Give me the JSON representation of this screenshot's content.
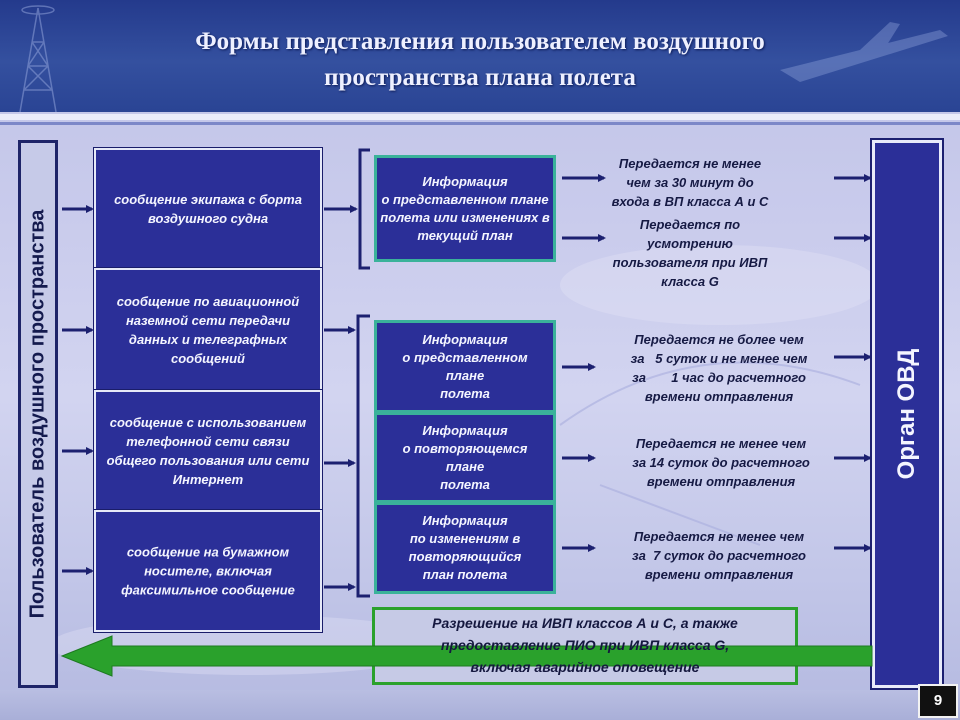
{
  "slide": {
    "title_line1": "Формы представления пользователем воздушного",
    "title_line2": "пространства плана полета",
    "page_number": "9"
  },
  "left_bar": {
    "label": "Пользователь воздушного пространства"
  },
  "right_bar": {
    "label": "Орган ОВД"
  },
  "messages": [
    {
      "text": "сообщение экипажа с борта воздушного судна"
    },
    {
      "text": "сообщение по авиационной наземной сети передачи данных и телеграфных сообщений"
    },
    {
      "text": "сообщение с использованием телефонной сети связи общего пользования или сети Интернет"
    },
    {
      "text": "сообщение на бумажном носителе, включая факсимильное сообщение"
    }
  ],
  "info_boxes": [
    {
      "text": "Информация\nо представленном плане полета или изменениях в текущий план"
    },
    {
      "text": "Информация\nо представленном\nплане\nполета"
    },
    {
      "text": "Информация\nо повторяющемся\nплане\nполета"
    },
    {
      "text": "Информация\nпо изменениям в\nповторяющийся\nплан полета"
    }
  ],
  "descriptions": [
    {
      "text": "Передается не менее\nчем за 30 минут до\nвхода в ВП класса А и С"
    },
    {
      "text": "Передается по\nусмотрению\nпользователя при ИВП\nкласса G"
    },
    {
      "text": "Передается не более чем\nза   5 суток и не менее чем\nза       1 час до расчетного\nвремени отправления"
    },
    {
      "text": "Передается не менее чем\nза 14 суток до расчетного\nвремени отправления"
    },
    {
      "text": "Передается не менее чем\nза  7 суток до расчетного\nвремени отправления"
    }
  ],
  "permission": {
    "line1": "Разрешение на ИВП классов А и С, а также",
    "line2": "предоставление ПИО при ИВП класса G,",
    "line3": "включая аварийное оповещение"
  },
  "colors": {
    "box_fill": "#2b2f98",
    "info_border": "#3ab29a",
    "arrow_green": "#2aa12c",
    "arrow_dark": "#1c2070"
  }
}
